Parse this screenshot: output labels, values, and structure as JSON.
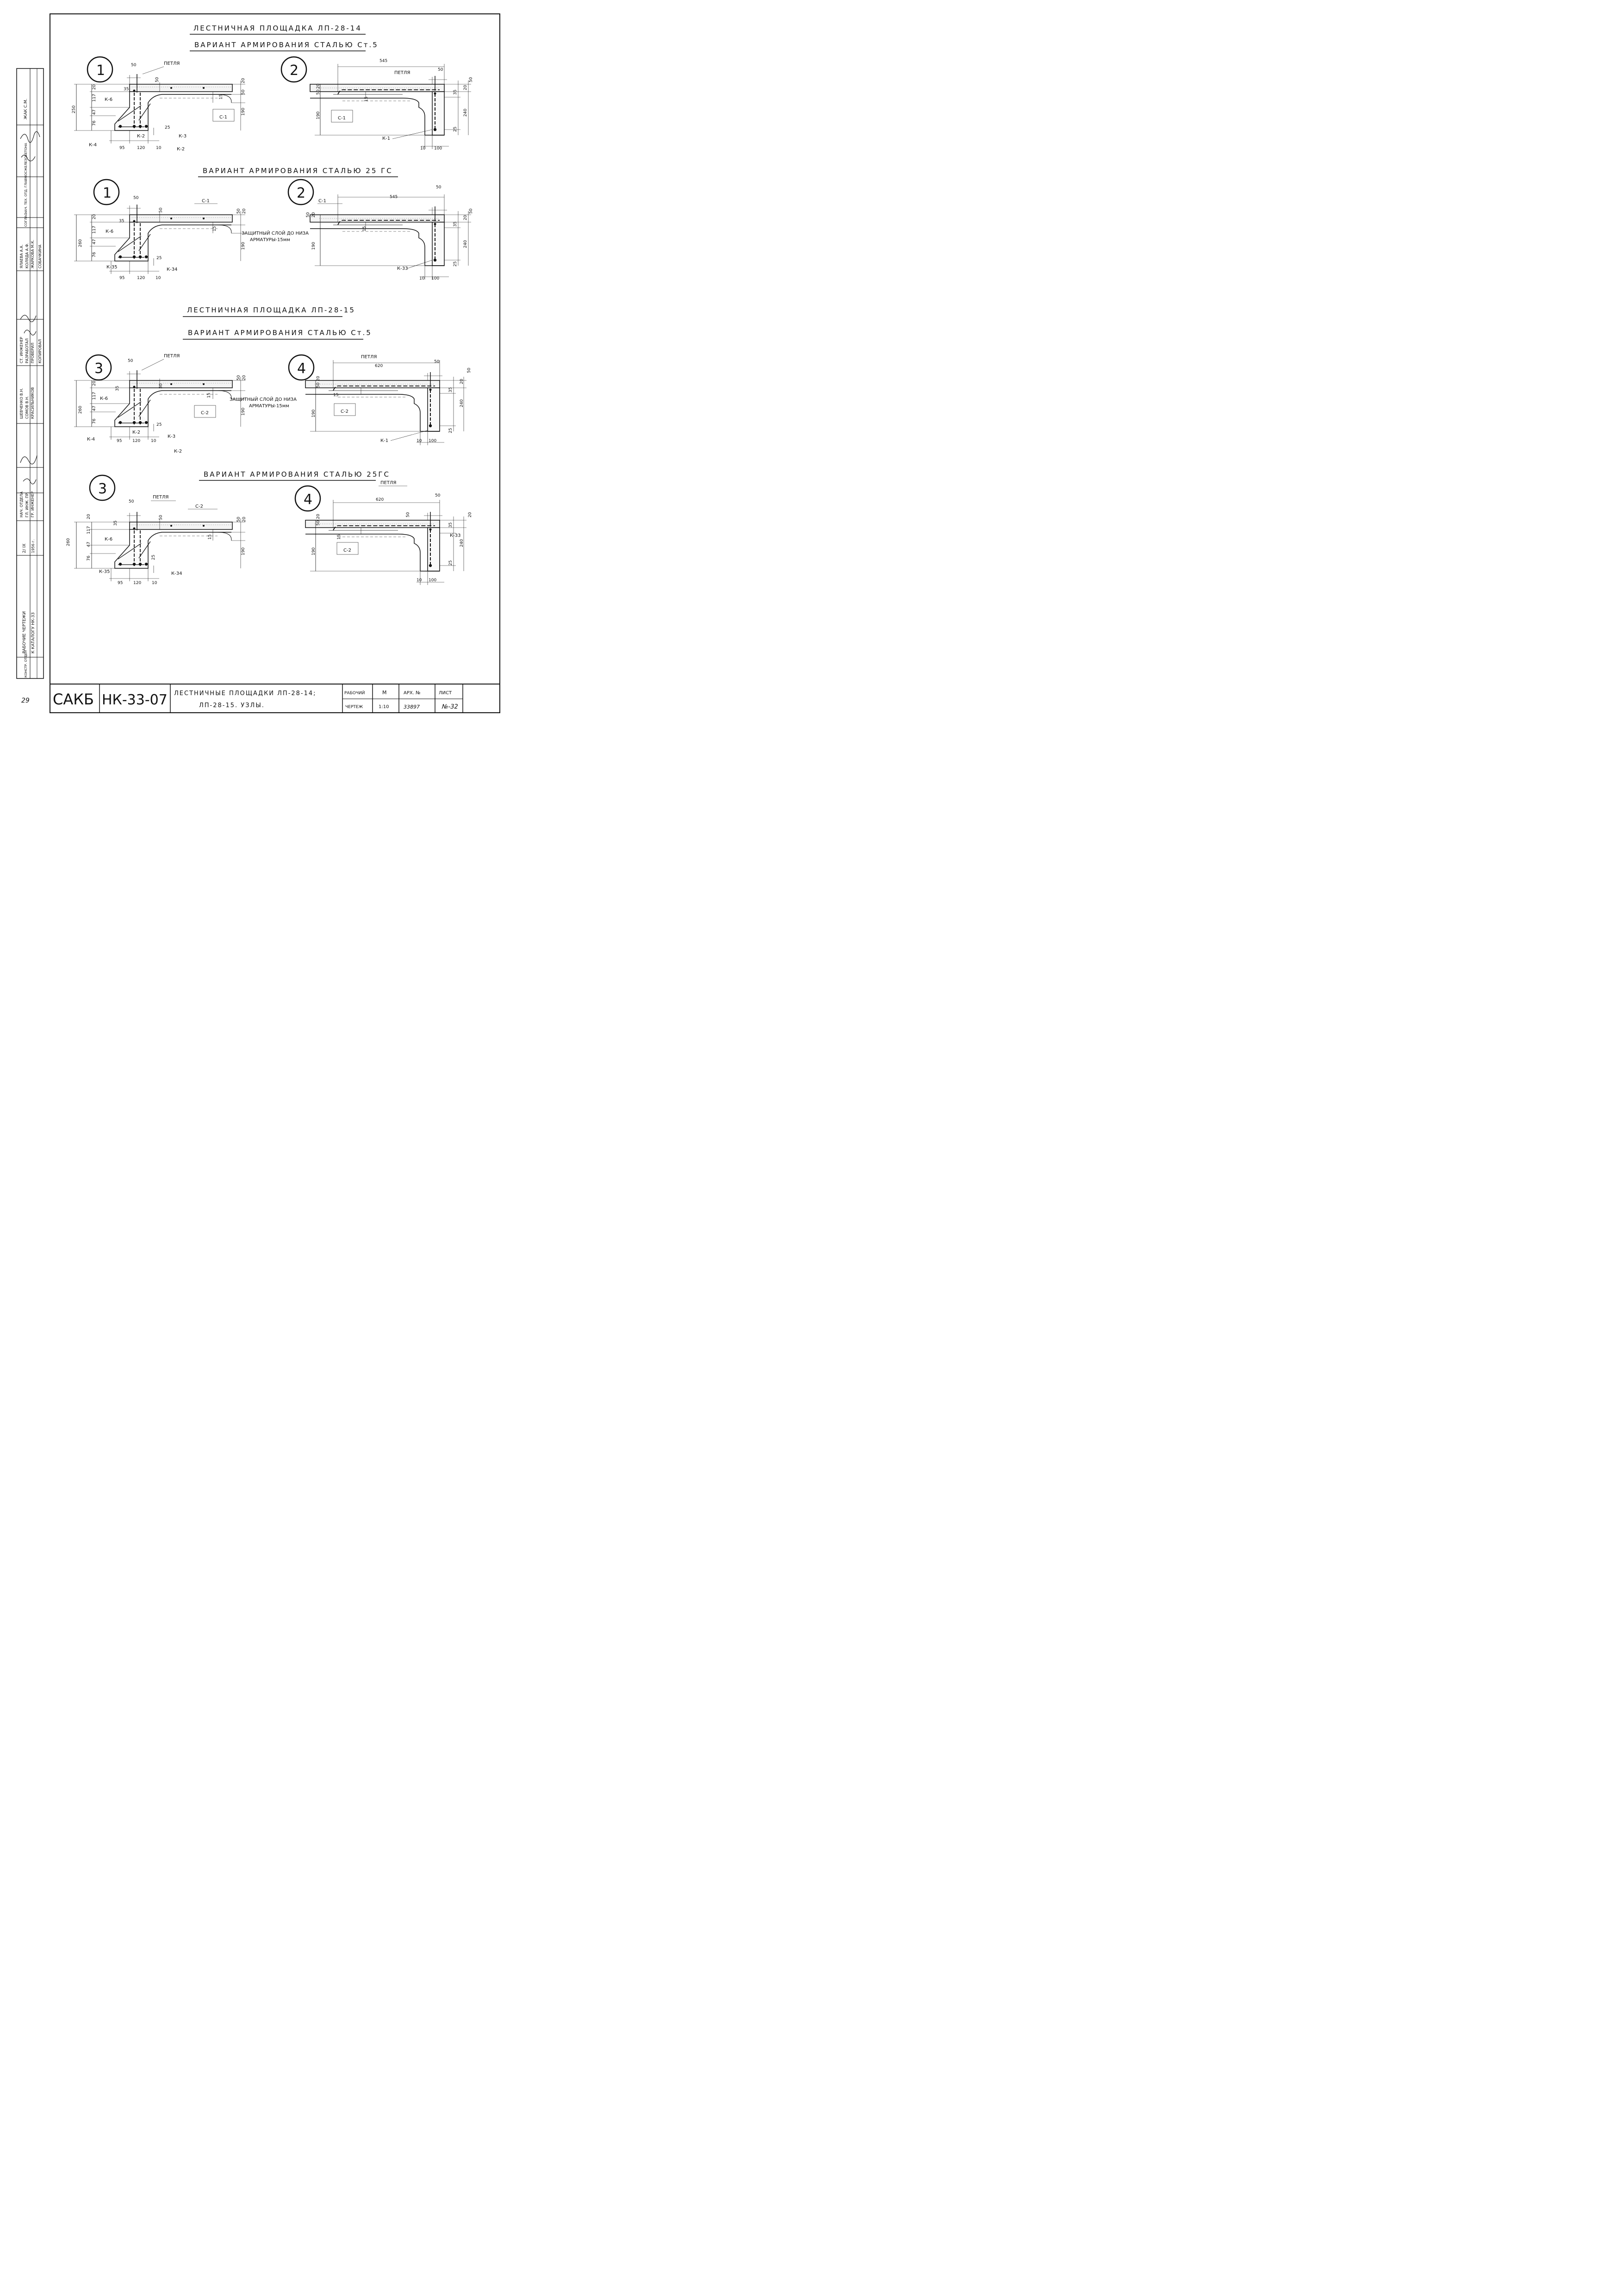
{
  "sheet": {
    "titles": {
      "lp14": "ЛЕСТНИЧНАЯ ПЛОЩАДКА ЛП-28-14",
      "lp14_st5": "ВАРИАНТ АРМИРОВАНИЯ СТАЛЬЮ Ст.5",
      "lp14_25gs": "ВАРИАНТ АРМИРОВАНИЯ СТАЛЬЮ 25 ГС",
      "lp15": "ЛЕСТНИЧНАЯ ПЛОЩАДКА ЛП-28-15",
      "lp15_st5": "ВАРИАНТ АРМИРОВАНИЯ СТАЛЬЮ Ст.5",
      "lp15_25gs": "ВАРИАНТ АРМИРОВАНИЯ СТАЛЬЮ 25ГС"
    },
    "node_numbers": {
      "n1": "1",
      "n2": "2",
      "n3": "3",
      "n4": "4"
    },
    "labels": {
      "petlya": "ПЕТЛЯ",
      "k1": "К-1",
      "k2": "К-2",
      "k3": "К-3",
      "k4": "К-4",
      "k6": "К-6",
      "k33": "К-33",
      "k34": "К-34",
      "k35": "К-35",
      "s1": "С-1",
      "s2": "С-2",
      "protective_a": "ЗАЩИТНЫЙ СЛОЙ ДО НИЗА",
      "protective_b": "АРМАТУРЫ-15мм",
      "protective_b2": "АРМАТУРЫ-15 мм"
    },
    "dims": {
      "d50": "50",
      "d545": "545",
      "d620": "620",
      "d95": "95",
      "d120": "120",
      "d10": "10",
      "d100": "100",
      "d250": "250",
      "d260": "260",
      "d20": "20",
      "d35": "35",
      "d117": "117",
      "d47": "47",
      "d76": "76",
      "d190": "190",
      "d240": "240",
      "d25": "25",
      "d15": "15",
      "d5020": "50 20"
    }
  },
  "stamp": {
    "left_col1": "КОНСТР. ОТДЕЛ",
    "left_col2": "РАБОЧИЕ ЧЕРТЕЖИ",
    "left_col2b": "К КАТАЛОГУ НК-33",
    "left_col3": "2/ IX",
    "left_col3b": "1956 г.",
    "left_col4a": "НАЧ. ОТДЕЛА",
    "left_col4b": "ГЛ. ИНЖ. ПР.",
    "left_col4c": "ГР. ИНЖЕНЕР",
    "left_col5a": "ШЕВЧЕНКО В.Н.",
    "left_col5b": "СОМОВ В.Н.",
    "left_col5c": "КРАСИЛЬНИКОВ",
    "left_col6a": "СТ. ИНЖЕНЕР",
    "left_col6b": "РАЗРАБОТАЛ",
    "left_col6c": "ПРОВЕРИЛ",
    "left_col6d": "КОПИРОВАЛ",
    "left_col7a": "ЯЛАЕВА А.А.",
    "left_col7b": "КОЛЯДА А.Ф.",
    "left_col7c": "ЖАРКОВА М.К.",
    "left_col7d": "СОБАЧКИНА",
    "left_col8a": "СОГЛАС.",
    "left_col8b": "НАЧ. ТЕХ. ОТД. ГЛАВМОСЖЕЛЕЗОБЕТОНА",
    "left_col9": "ЖАК С.М.",
    "page_side_num": "29",
    "org": "САКБ",
    "code": "НК-33-07",
    "title_a": "ЛЕСТНИЧНЫЕ ПЛОЩАДКИ ЛП-28-14;",
    "title_b": "ЛП-28-15. УЗЛЫ.",
    "stage_a": "РАБОЧИЙ",
    "stage_b": "ЧЕРТЕЖ",
    "m_label": "М",
    "m_value": "1:10",
    "arch_label": "АРХ. №",
    "arch_value": "33897",
    "sheet_label": "ЛИСТ",
    "sheet_value": "№-32"
  }
}
